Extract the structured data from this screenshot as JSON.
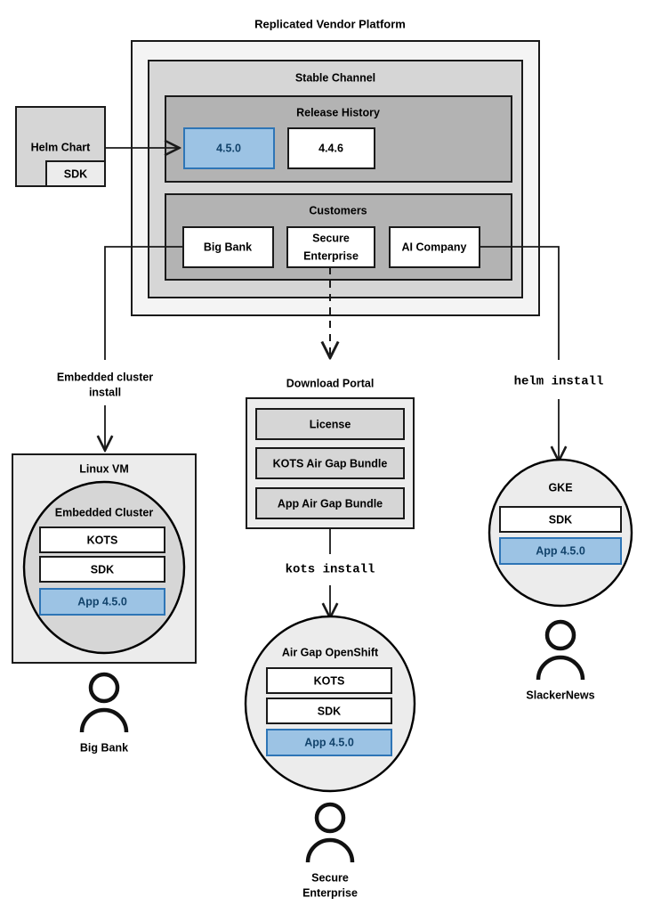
{
  "diagram": {
    "title": "Replicated Vendor Platform",
    "accent_blue_fill": "#9CC3E4",
    "accent_blue_stroke": "#2E75B6",
    "accent_blue_text": "#12436B"
  },
  "source": {
    "helm_chart": "Helm Chart",
    "sdk": "SDK"
  },
  "platform": {
    "channel_label": "Stable Channel",
    "release_history": {
      "label": "Release History",
      "releases": [
        {
          "version": "4.5.0",
          "highlighted": true
        },
        {
          "version": "4.4.6",
          "highlighted": false
        }
      ]
    },
    "customers": {
      "label": "Customers",
      "items": [
        {
          "name": "Big Bank"
        },
        {
          "name": "Secure\nEnterprise",
          "line1": "Secure",
          "line2": "Enterprise"
        },
        {
          "name": "AI Company"
        }
      ]
    }
  },
  "connectors": [
    {
      "id": "helm-to-release",
      "label": "",
      "style": "solid"
    },
    {
      "id": "bigbank-to-linuxvm",
      "label_line1": "Embedded cluster",
      "label_line2": "install",
      "style": "solid",
      "font": "sans"
    },
    {
      "id": "secure-to-portal",
      "label": "Download Portal",
      "style": "dashed",
      "font": "sans"
    },
    {
      "id": "portal-to-openshift",
      "label": "kots install",
      "style": "solid",
      "font": "mono"
    },
    {
      "id": "aicompany-to-gke",
      "label": "helm install",
      "style": "solid",
      "font": "mono"
    }
  ],
  "targets": {
    "linux_vm": {
      "label": "Linux VM",
      "cluster_label": "Embedded Cluster",
      "components": [
        {
          "label": "KOTS",
          "highlighted": false
        },
        {
          "label": "SDK",
          "highlighted": false
        },
        {
          "label": "App 4.5.0",
          "highlighted": true
        }
      ],
      "actor": "Big Bank"
    },
    "download_portal": {
      "label": "Download Portal",
      "artifacts": [
        {
          "label": "License"
        },
        {
          "label": "KOTS Air Gap Bundle"
        },
        {
          "label": "App Air Gap Bundle"
        }
      ]
    },
    "air_gap_openshift": {
      "label": "Air Gap OpenShift",
      "components": [
        {
          "label": "KOTS",
          "highlighted": false
        },
        {
          "label": "SDK",
          "highlighted": false
        },
        {
          "label": "App 4.5.0",
          "highlighted": true
        }
      ],
      "actor_line1": "Secure",
      "actor_line2": "Enterprise"
    },
    "gke": {
      "label": "GKE",
      "components": [
        {
          "label": "SDK",
          "highlighted": false
        },
        {
          "label": "App 4.5.0",
          "highlighted": true
        }
      ],
      "actor": "SlackerNews"
    }
  }
}
